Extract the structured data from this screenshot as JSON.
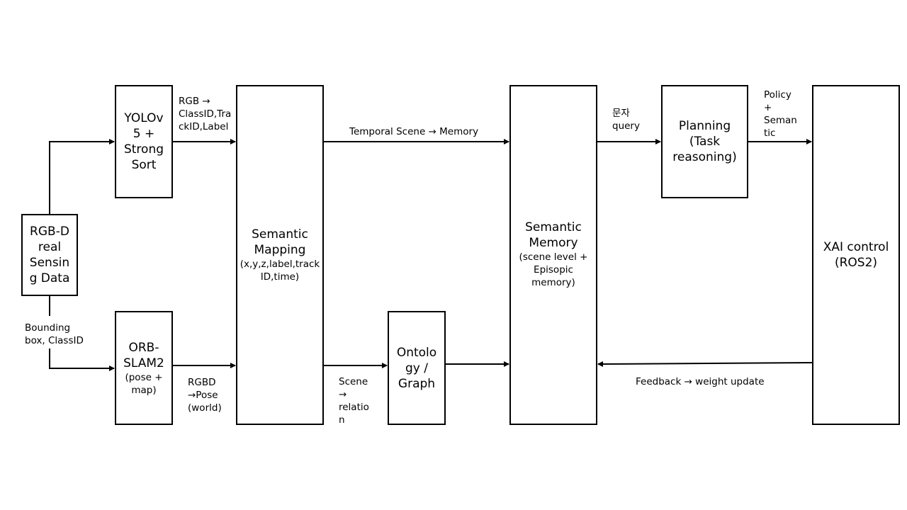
{
  "boxes": {
    "rgbd": {
      "title": "RGB-D\nreal\nSensin\ng Data"
    },
    "yolo": {
      "title": "YOLOv\n5 +\nStrong\nSort"
    },
    "orb": {
      "title": "ORB-\nSLAM2",
      "subtitle": "(pose +\nmap)"
    },
    "mapping": {
      "title": "Semantic\nMapping",
      "subtitle": "(x,y,z,label,track\nID,time)"
    },
    "ontology": {
      "title": "Ontolo\ngy /\nGraph"
    },
    "memory": {
      "title": "Semantic\nMemory",
      "subtitle": "(scene level +\nEpisopic\nmemory)"
    },
    "planning": {
      "title": "Planning\n(Task\nreasoning)"
    },
    "xai": {
      "title": "XAI control\n(ROS2)"
    }
  },
  "labels": {
    "yolo_to_mapping": "RGB →\nClassID,Tra\nckID,Label",
    "rgbd_to_orb": "Bounding\nbox, ClassID",
    "orb_to_mapping": "RGBD\n→Pose\n(world)",
    "mapping_to_memory": "Temporal Scene → Memory",
    "mapping_to_ontology": "Scene\n→\nrelatio\nn",
    "memory_to_planning": "문자\nquery",
    "planning_to_xai": "Policy\n+\nSeman\ntic",
    "xai_to_memory": "Feedback → weight update"
  }
}
